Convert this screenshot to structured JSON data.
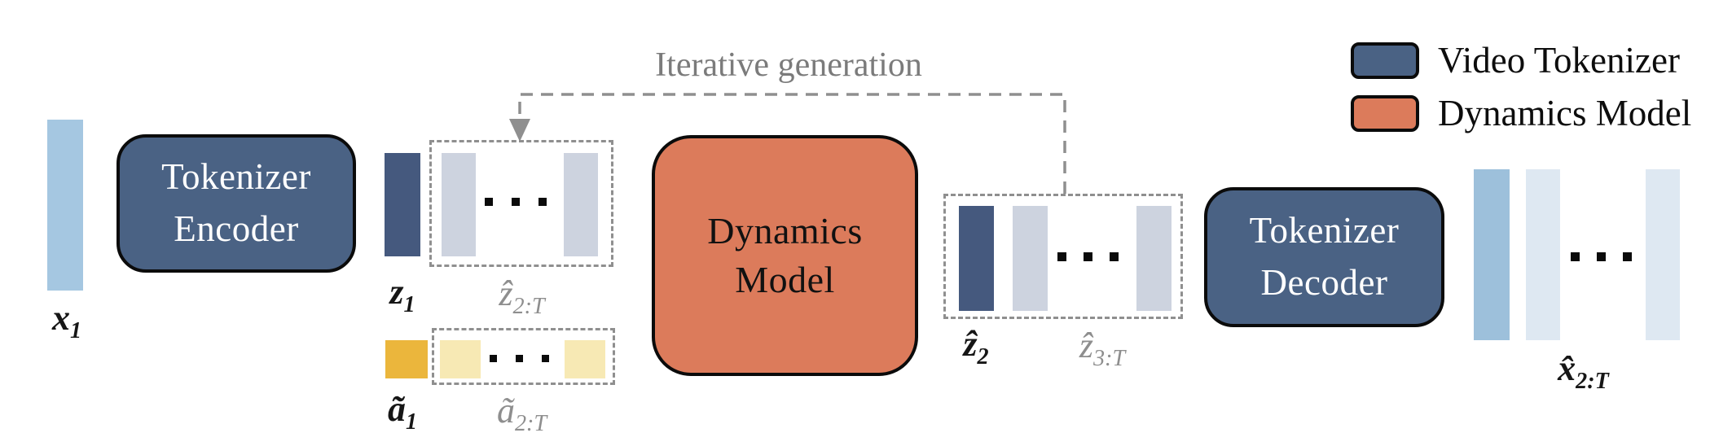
{
  "loop": {
    "label": "Iterative generation"
  },
  "blocks": {
    "tokenizer_encoder": {
      "line1": "Tokenizer",
      "line2": "Encoder"
    },
    "dynamics_model": {
      "line1": "Dynamics",
      "line2": "Model"
    },
    "tokenizer_decoder": {
      "line1": "Tokenizer",
      "line2": "Decoder"
    }
  },
  "tokens": {
    "input_frame": {
      "main": "x",
      "sub": "1"
    },
    "latent_z1": {
      "main": "z",
      "sub": "1"
    },
    "latent_zhat2T": {
      "main": "ẑ",
      "sub": "2:T"
    },
    "action_a1": {
      "main": "ã",
      "sub": "1"
    },
    "action_a2T": {
      "main": "ã",
      "sub": "2:T"
    },
    "latent_zhat2": {
      "main": "ẑ",
      "sub": "2"
    },
    "latent_zhat3T": {
      "main": "ẑ",
      "sub": "3:T"
    },
    "output_xhat2T": {
      "main": "x̂",
      "sub": "2:T"
    }
  },
  "legend": {
    "items": [
      {
        "label": "Video Tokenizer",
        "color": "#4A6284"
      },
      {
        "label": "Dynamics Model",
        "color": "#DC7B5B"
      }
    ]
  },
  "colors": {
    "input_frame": "#A5C7E1",
    "latent_dark": "#45597E",
    "latent_placeholder": "#CDD3DF",
    "action_dark": "#EBB63C",
    "action_placeholder": "#F7E9B4",
    "output_frame": "#9DC0DB",
    "output_placeholder": "#DEE8F2",
    "block_blue": "#4A6284",
    "block_orange": "#DC7B5B",
    "dashed_gray": "#8F8F8F",
    "gray_label": "#8E8E8E"
  }
}
